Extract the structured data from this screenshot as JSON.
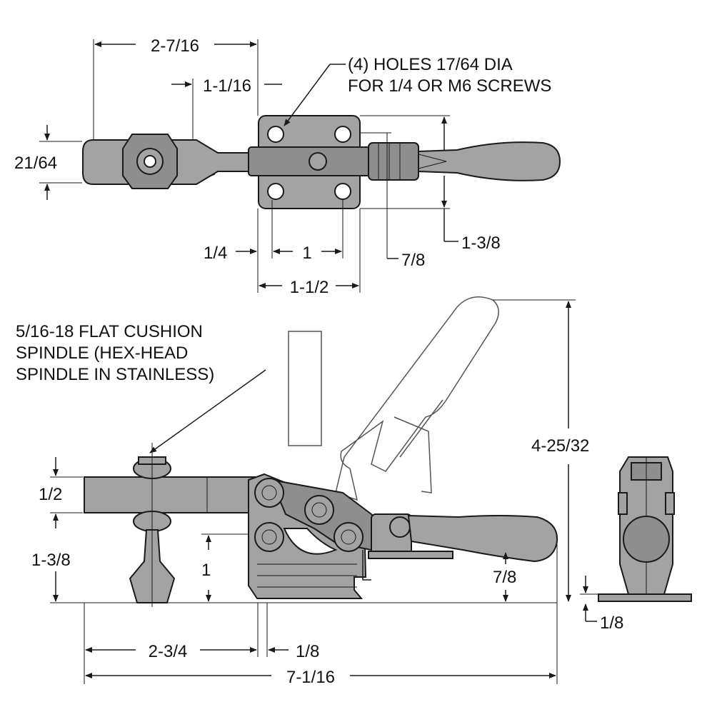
{
  "notes": {
    "holes_line1": "(4) HOLES 17/64 DIA",
    "holes_line2": "FOR 1/4 OR M6 SCREWS",
    "spindle_line1": "5/16-18 FLAT CUSHION",
    "spindle_line2": "SPINDLE (HEX-HEAD",
    "spindle_line3": "SPINDLE IN STAINLESS)"
  },
  "dimensions": {
    "top_overall": "2-7/16",
    "top_inset": "1-1/16",
    "spindle_width": "21/64",
    "hole_edge": "1/4",
    "hole_spacing": "1",
    "base_width": "1-1/2",
    "base_depth": "7/8",
    "base_length": "1-3/8",
    "bar_height": "1/2",
    "spindle_height": "1-3/8",
    "pivot_height": "1",
    "handle_height": "7/8",
    "overall_height": "4-25/32",
    "reach": "2-3/4",
    "offset": "1/8",
    "overall_length": "7-1/16",
    "base_thickness": "1/8"
  }
}
